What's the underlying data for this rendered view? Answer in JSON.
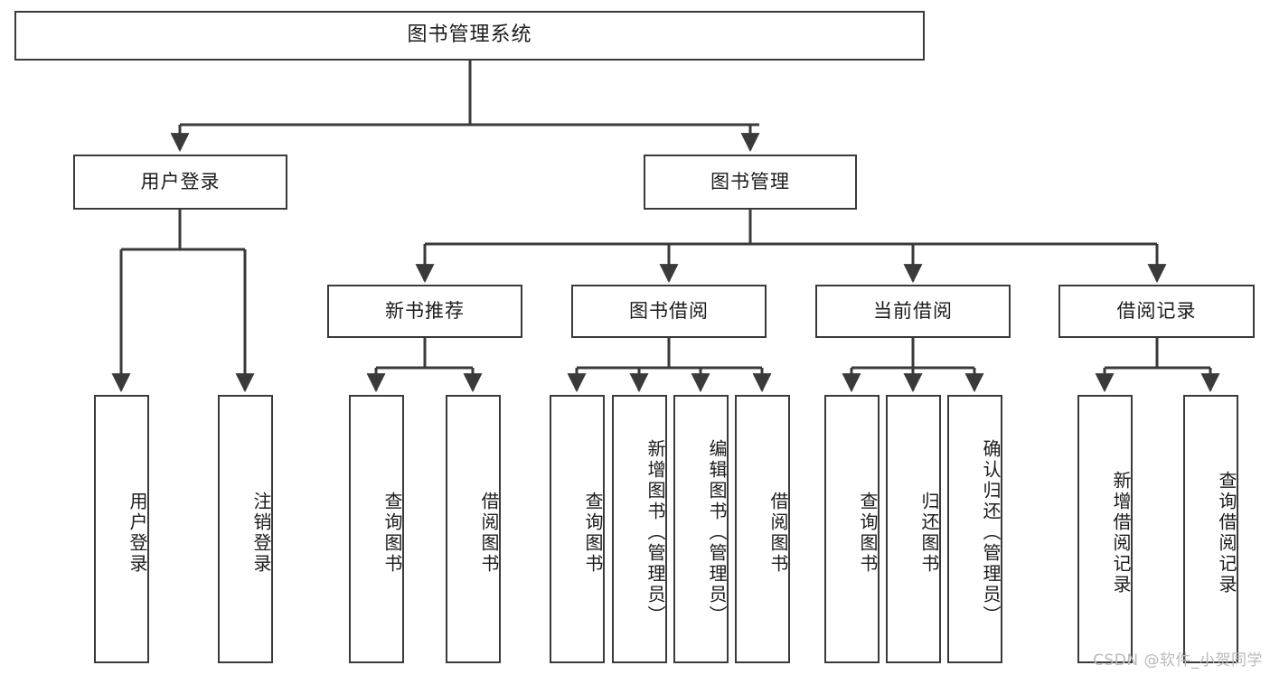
{
  "diagram": {
    "kind": "tree-hierarchy",
    "title": "图书管理系统",
    "watermark": "CSDN @软件_小贺同学",
    "colors": {
      "box_border": "#3a3a3a",
      "box_fill": "#ffffff",
      "edge": "#3a3a3a",
      "text": "#1b1b1b",
      "watermark": "#b9b9b9",
      "background": "#ffffff"
    },
    "nodes": {
      "root": {
        "label": "图书管理系统"
      },
      "level2": [
        {
          "label": "用户登录"
        },
        {
          "label": "图书管理"
        }
      ],
      "level3": [
        {
          "label": "新书推荐"
        },
        {
          "label": "图书借阅"
        },
        {
          "label": "当前借阅"
        },
        {
          "label": "借阅记录"
        }
      ],
      "leaves_user_login": [
        {
          "label": "用户登录"
        },
        {
          "label": "注销登录"
        }
      ],
      "leaves_new_books": [
        {
          "label": "查询图书"
        },
        {
          "label": "借阅图书"
        }
      ],
      "leaves_borrow": [
        {
          "label": "查询图书"
        },
        {
          "label": "新增图书（管理员）"
        },
        {
          "label": "编辑图书（管理员）"
        },
        {
          "label": "借阅图书"
        }
      ],
      "leaves_current": [
        {
          "label": "查询图书"
        },
        {
          "label": "归还图书"
        },
        {
          "label": "确认归还（管理员）"
        }
      ],
      "leaves_records": [
        {
          "label": "新增借阅记录"
        },
        {
          "label": "查询借阅记录"
        }
      ]
    }
  }
}
